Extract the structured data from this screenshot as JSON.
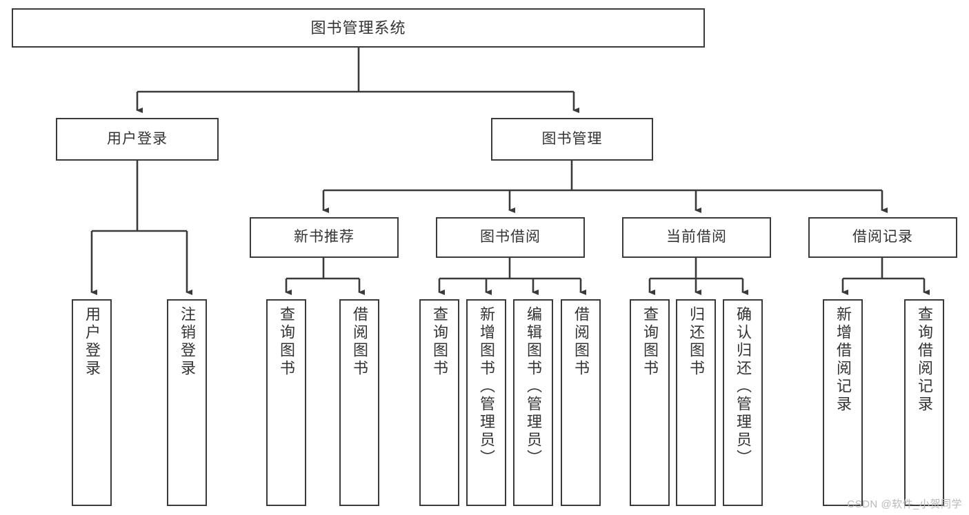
{
  "diagram": {
    "title": "图书管理系统",
    "type": "tree",
    "watermark": "CSDN @软件_小贺同学",
    "colors": {
      "box_border": "#3a3a3a",
      "box_fill": "#ffffff",
      "connector": "#3a3a3a",
      "text": "#333333",
      "watermark": "#b9b9b9"
    },
    "root": {
      "label": "图书管理系统"
    },
    "level2": [
      {
        "label": "用户登录"
      },
      {
        "label": "图书管理"
      }
    ],
    "level3": [
      {
        "label": "新书推荐"
      },
      {
        "label": "图书借阅"
      },
      {
        "label": "当前借阅"
      },
      {
        "label": "借阅记录"
      }
    ],
    "leaves": {
      "user_login": [
        {
          "label": "用户登录"
        },
        {
          "label": "注销登录"
        }
      ],
      "new_book_rec": [
        {
          "label": "查询图书"
        },
        {
          "label": "借阅图书"
        }
      ],
      "book_borrow": [
        {
          "label": "查询图书"
        },
        {
          "label": "新增图书（管理员）"
        },
        {
          "label": "编辑图书（管理员）"
        },
        {
          "label": "借阅图书"
        }
      ],
      "current_borrow": [
        {
          "label": "查询图书"
        },
        {
          "label": "归还图书"
        },
        {
          "label": "确认归还（管理员）"
        }
      ],
      "borrow_record": [
        {
          "label": "新增借阅记录"
        },
        {
          "label": "查询借阅记录"
        }
      ]
    }
  }
}
